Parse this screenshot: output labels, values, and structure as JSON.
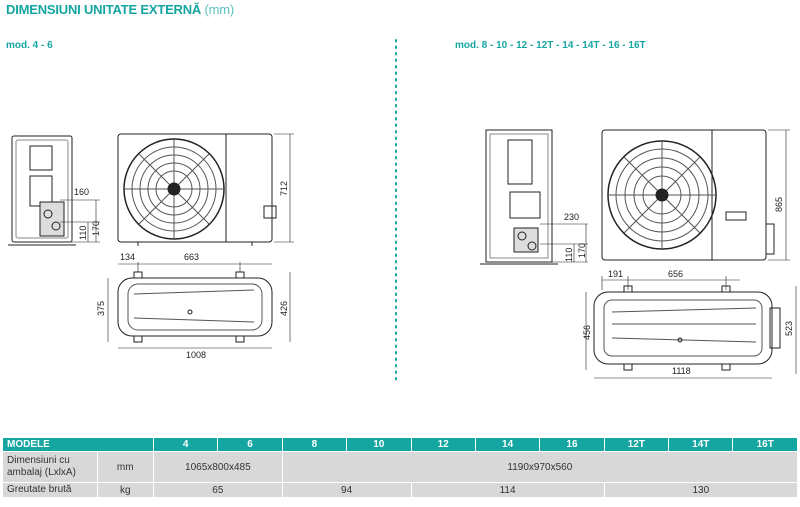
{
  "page": {
    "title": "DIMENSIUNI UNITATE EXTERNĂ",
    "title_unit": "(mm)",
    "accent_color": "#16a6a2"
  },
  "left_group": {
    "label": "mod. 4 - 6",
    "dims": {
      "side_offset": "160",
      "side_h1": "110",
      "side_h2": "170",
      "height": "712",
      "top_offset": "134",
      "top_span": "663",
      "depth1": "375",
      "depth2": "426",
      "width": "1008"
    }
  },
  "right_group": {
    "label": "mod. 8 - 10 - 12 - 12T - 14 - 14T - 16 - 16T",
    "dims": {
      "side_offset": "230",
      "side_h1": "110",
      "side_h2": "170",
      "height": "865",
      "top_offset": "191",
      "top_span": "656",
      "depth1": "456",
      "depth2": "523",
      "width": "1118"
    }
  },
  "table": {
    "header_label": "MODELE",
    "models": [
      "4",
      "6",
      "8",
      "10",
      "12",
      "14",
      "16",
      "12T",
      "14T",
      "16T"
    ],
    "rows": [
      {
        "label": "Dimensiuni cu ambalaj (LxlxA)",
        "unit": "mm",
        "values": [
          "1065x800x485",
          "1190x970x560"
        ]
      },
      {
        "label": "Greutate brută",
        "unit": "kg",
        "values": [
          "65",
          "94",
          "114",
          "130"
        ]
      }
    ]
  }
}
